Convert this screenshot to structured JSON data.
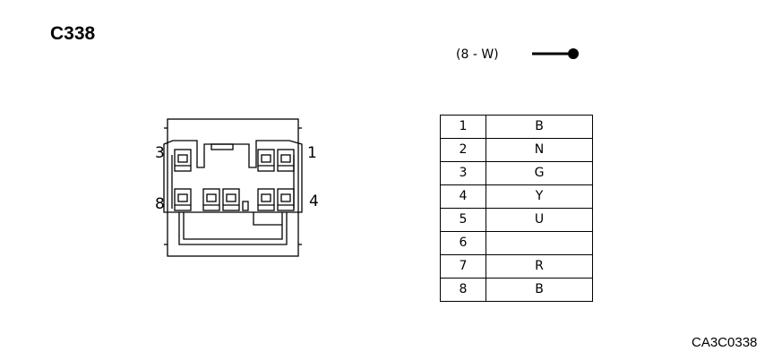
{
  "title": "C338",
  "connector_spec": "(8 - W)",
  "reference_code": "CA3C0338",
  "connector_labels": {
    "top_left": "3",
    "top_right": "1",
    "bottom_left": "8",
    "bottom_right": "4"
  },
  "pins": [
    {
      "pin": "1",
      "color": "B"
    },
    {
      "pin": "2",
      "color": "N"
    },
    {
      "pin": "3",
      "color": "G"
    },
    {
      "pin": "4",
      "color": "Y"
    },
    {
      "pin": "5",
      "color": "U"
    },
    {
      "pin": "6",
      "color": ""
    },
    {
      "pin": "7",
      "color": "R"
    },
    {
      "pin": "8",
      "color": "B"
    }
  ]
}
